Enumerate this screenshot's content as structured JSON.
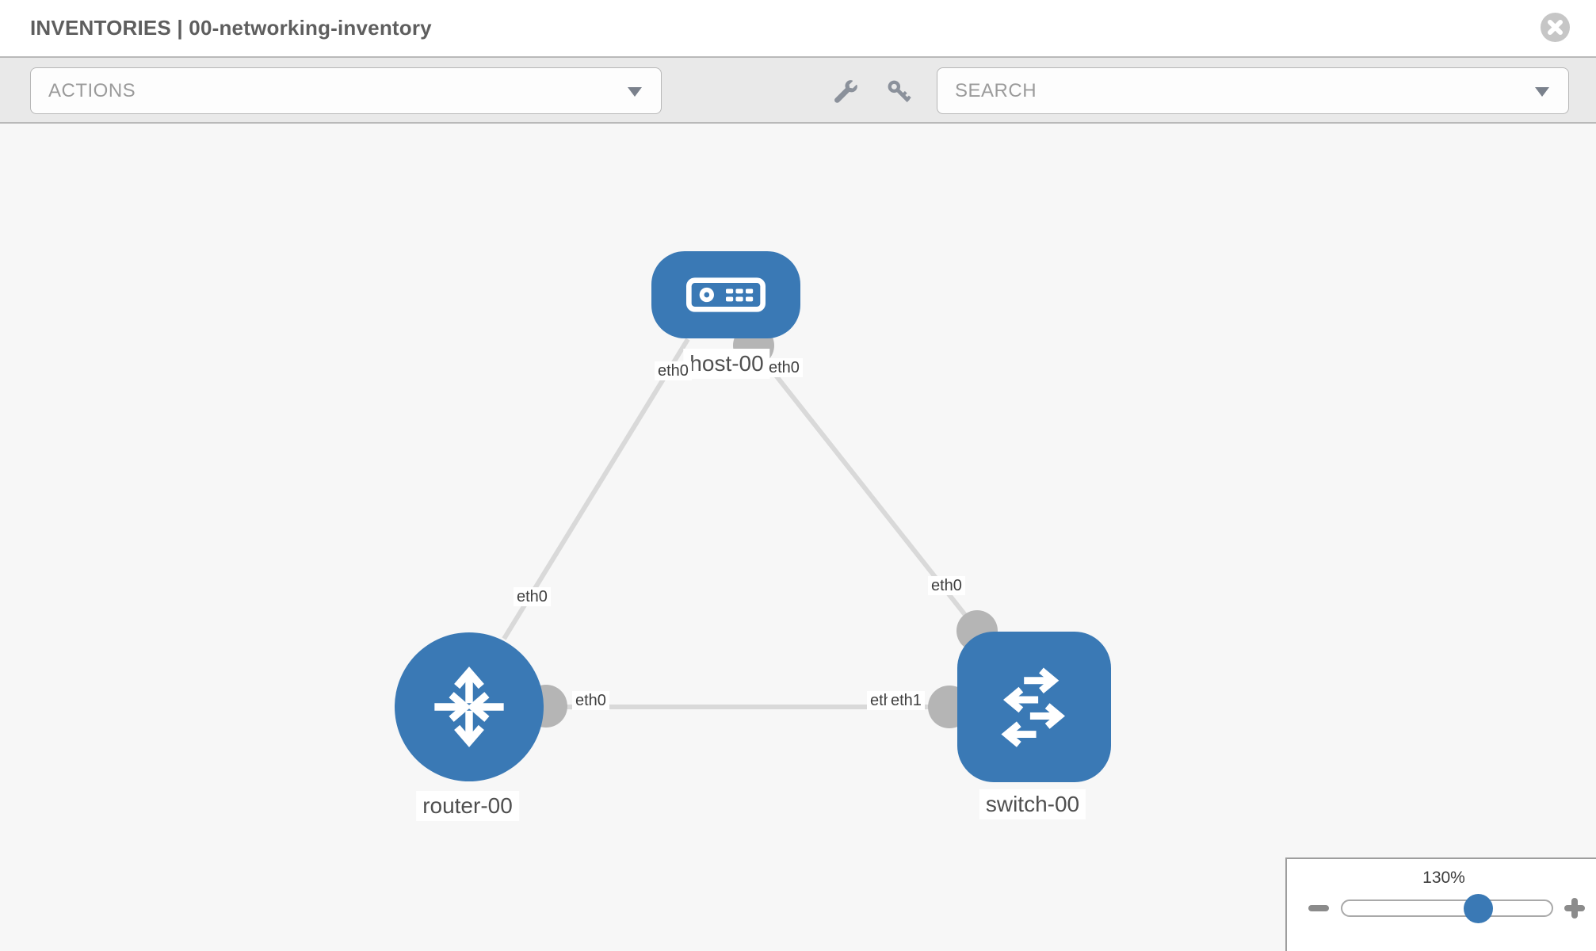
{
  "header": {
    "title": "INVENTORIES | 00-networking-inventory"
  },
  "toolbar": {
    "actions": {
      "placeholder": "ACTIONS"
    },
    "search": {
      "placeholder": "SEARCH"
    }
  },
  "topology": {
    "nodes": [
      {
        "id": "host-00",
        "type": "host",
        "label": "host-00"
      },
      {
        "id": "router-00",
        "type": "router",
        "label": "router-00"
      },
      {
        "id": "switch-00",
        "type": "switch",
        "label": "switch-00"
      }
    ],
    "links": [
      {
        "from": "host-00",
        "from_interface": "eth0",
        "to": "router-00",
        "to_interface": "eth0"
      },
      {
        "from": "host-00",
        "from_interface": "eth0",
        "to": "switch-00",
        "to_interface": "eth0"
      },
      {
        "from": "router-00",
        "from_interface": "eth0",
        "to": "switch-00",
        "to_interface": "eth1"
      }
    ],
    "interface_labels": [
      {
        "text": "eth0",
        "at": "host-00 end of host-router link"
      },
      {
        "text": "eth0",
        "at": "host-00 end of host-switch link"
      },
      {
        "text": "eth0",
        "at": "router-00 end of host-router link"
      },
      {
        "text": "eth0",
        "at": "switch-00 end of host-switch link"
      },
      {
        "text": "eth0",
        "at": "router-00 end of router-switch link"
      },
      {
        "text": "eth0",
        "at": "switch-00 end of router-switch link, partially covered"
      },
      {
        "text": "eth1",
        "at": "switch-00 end of router-switch link, overlapping"
      }
    ]
  },
  "zoom_control": {
    "level": "130%"
  },
  "colors": {
    "node_blue": "#3a79b5",
    "link_gray": "#d9d9d9",
    "port_gray": "#b5b5b5",
    "toolbar_bg": "#e9e9e9",
    "canvas_bg": "#f7f7f7"
  }
}
